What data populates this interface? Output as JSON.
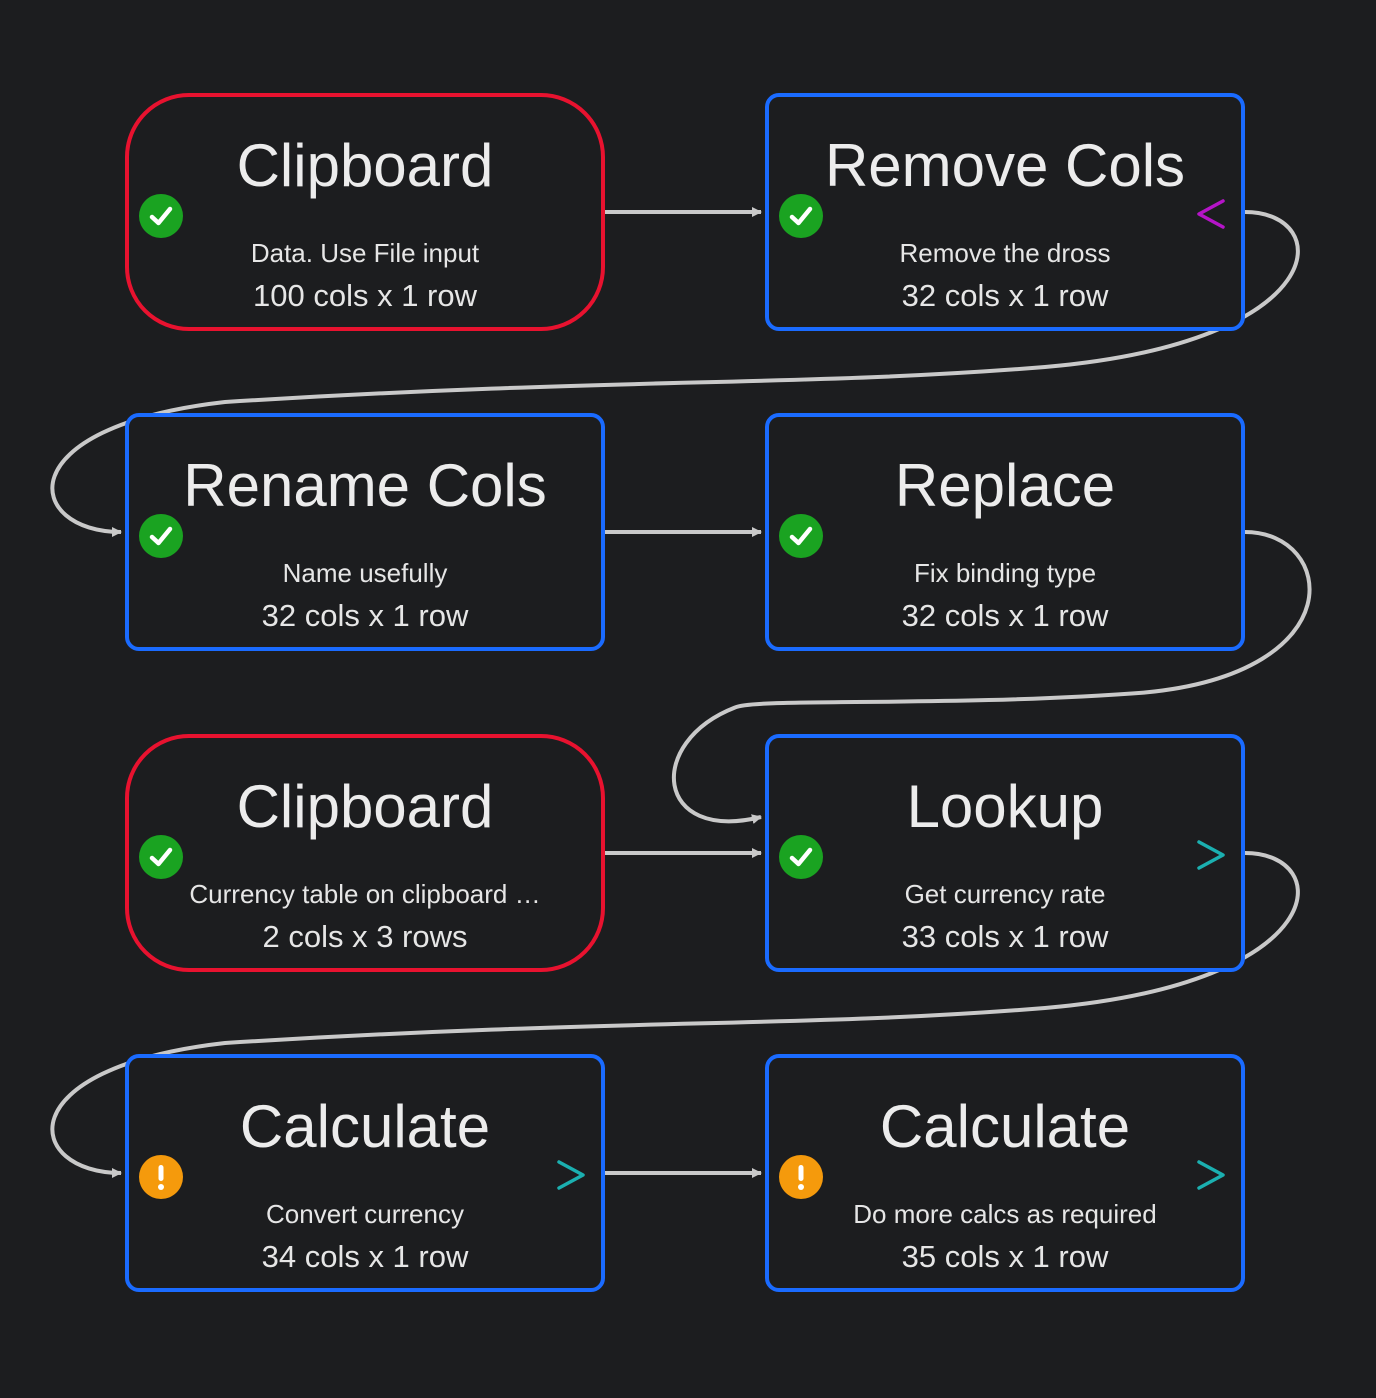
{
  "colors": {
    "background": "#1c1d1f",
    "source_border": "#e8122f",
    "step_border": "#1a6bff",
    "ok": "#1aa321",
    "warn": "#f59a0c",
    "port_out": "#1bb0b0",
    "port_in": "#b514c8",
    "edge": "#c9c9c9"
  },
  "nodes": [
    {
      "id": "n1",
      "title": "Clipboard",
      "desc": "Data. Use File input",
      "dims": "100 cols x 1 row",
      "kind": "source",
      "status": "ok",
      "port": "none"
    },
    {
      "id": "n2",
      "title": "Remove Cols",
      "desc": "Remove the dross",
      "dims": "32 cols x 1 row",
      "kind": "step",
      "status": "ok",
      "port": "in"
    },
    {
      "id": "n3",
      "title": "Rename Cols",
      "desc": "Name usefully",
      "dims": "32 cols x 1 row",
      "kind": "step",
      "status": "ok",
      "port": "none"
    },
    {
      "id": "n4",
      "title": "Replace",
      "desc": "Fix binding type",
      "dims": "32 cols x 1 row",
      "kind": "step",
      "status": "ok",
      "port": "none"
    },
    {
      "id": "n5",
      "title": "Clipboard",
      "desc": "Currency table on clipboard …",
      "dims": "2 cols x 3 rows",
      "kind": "source",
      "status": "ok",
      "port": "none"
    },
    {
      "id": "n6",
      "title": "Lookup",
      "desc": "Get currency rate",
      "dims": "33 cols x 1 row",
      "kind": "step",
      "status": "ok",
      "port": "out"
    },
    {
      "id": "n7",
      "title": "Calculate",
      "desc": "Convert currency",
      "dims": "34 cols x 1 row",
      "kind": "step",
      "status": "warn",
      "port": "out"
    },
    {
      "id": "n8",
      "title": "Calculate",
      "desc": "Do more calcs as required",
      "dims": "35 cols x 1 row",
      "kind": "step",
      "status": "warn",
      "port": "out"
    }
  ],
  "edges": [
    {
      "from": "n1",
      "to": "n2"
    },
    {
      "from": "n2",
      "to": "n3"
    },
    {
      "from": "n3",
      "to": "n4"
    },
    {
      "from": "n4",
      "to": "n6"
    },
    {
      "from": "n5",
      "to": "n6"
    },
    {
      "from": "n6",
      "to": "n7"
    },
    {
      "from": "n7",
      "to": "n8"
    }
  ]
}
